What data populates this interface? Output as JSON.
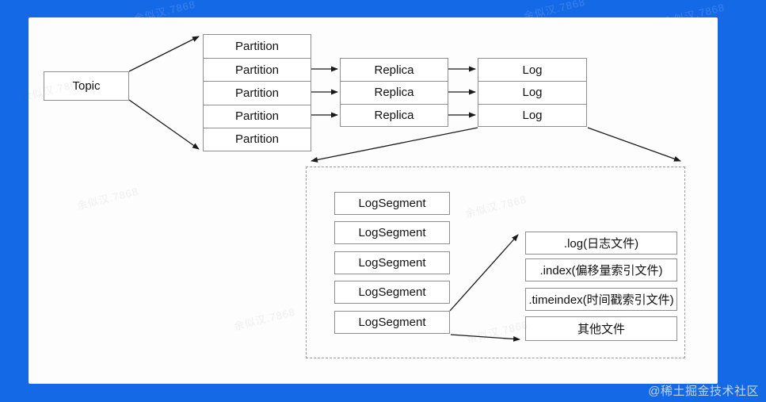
{
  "frame": {
    "background_color": "#1469E6",
    "canvas_color": "#FDFDFD",
    "box_border_color": "#8E8E8E",
    "arrow_color": "#1A1A1A"
  },
  "diagram": {
    "topic_label": "Topic",
    "partitions": [
      "Partition",
      "Partition",
      "Partition",
      "Partition",
      "Partition"
    ],
    "replicas": [
      "Replica",
      "Replica",
      "Replica"
    ],
    "logs": [
      "Log",
      "Log",
      "Log"
    ],
    "log_segments": [
      "LogSegment",
      "LogSegment",
      "LogSegment",
      "LogSegment",
      "LogSegment"
    ],
    "files": [
      ".log(日志文件)",
      ".index(偏移量索引文件)",
      ".timeindex(时间戳索引文件)",
      "其他文件"
    ]
  },
  "watermark": {
    "tile_text": "余似汉.7868",
    "badge_text": "@稀土掘金技术社区"
  }
}
